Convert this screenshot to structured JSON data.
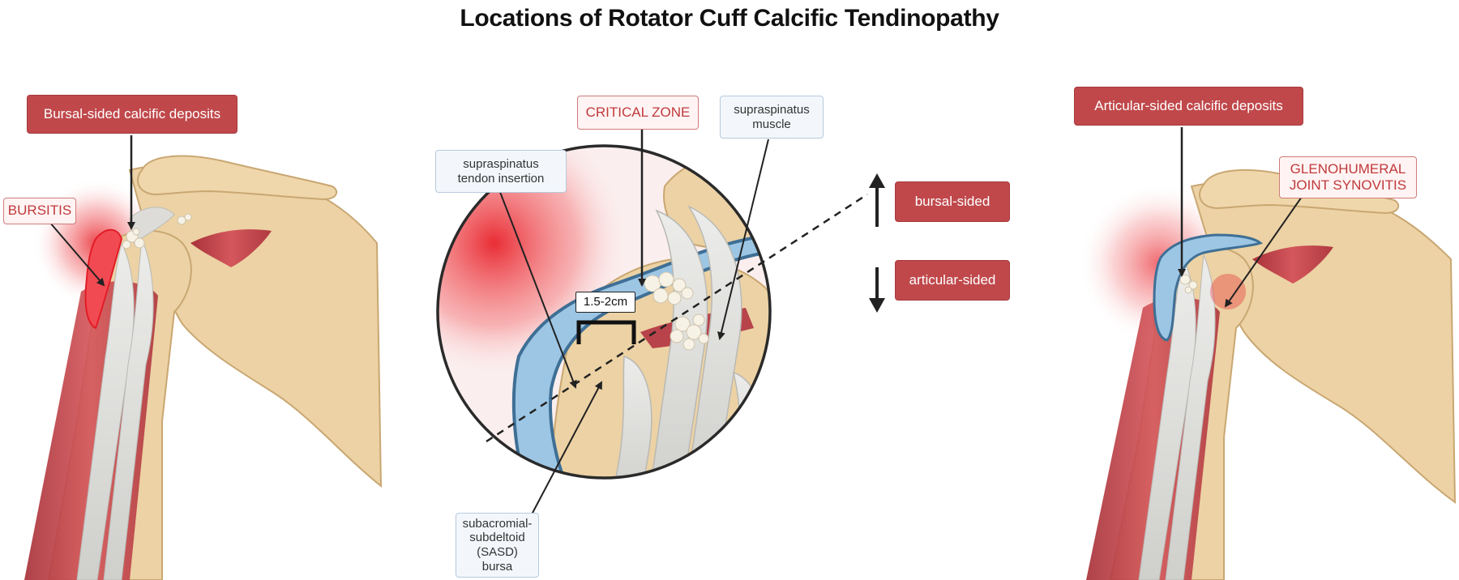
{
  "title": "Locations of Rotator Cuff Calcific Tendinopathy",
  "labels": {
    "bursal_deposits": "Bursal-sided calcific deposits",
    "bursitis": "BURSITIS",
    "critical_zone": "CRITICAL ZONE",
    "supraspinatus_muscle": "supraspinatus muscle",
    "supraspinatus_tendon_insertion": "supraspinatus tendon insertion",
    "bursal_sided": "bursal-sided",
    "articular_sided": "articular-sided",
    "dimension": "1.5-2cm",
    "sasd_bursa": "subacromial-subdeltoid (SASD) bursa",
    "articular_deposits": "Articular-sided calcific deposits",
    "synovitis": "GLENOHUMERAL JOINT SYNOVITIS"
  },
  "colors": {
    "label_red": "#c0484b",
    "label_pink_text": "#c0393c",
    "bone": "#ecd2a4",
    "bone_outline": "#c9a772",
    "muscle": "#c2474d",
    "tendon": "#d9d9d6",
    "bursa_blue": "#9cc6e4",
    "bursa_outline": "#3f6f95",
    "inflammation": "#e8232b",
    "calcific_deposit": "#f5f0e4"
  }
}
